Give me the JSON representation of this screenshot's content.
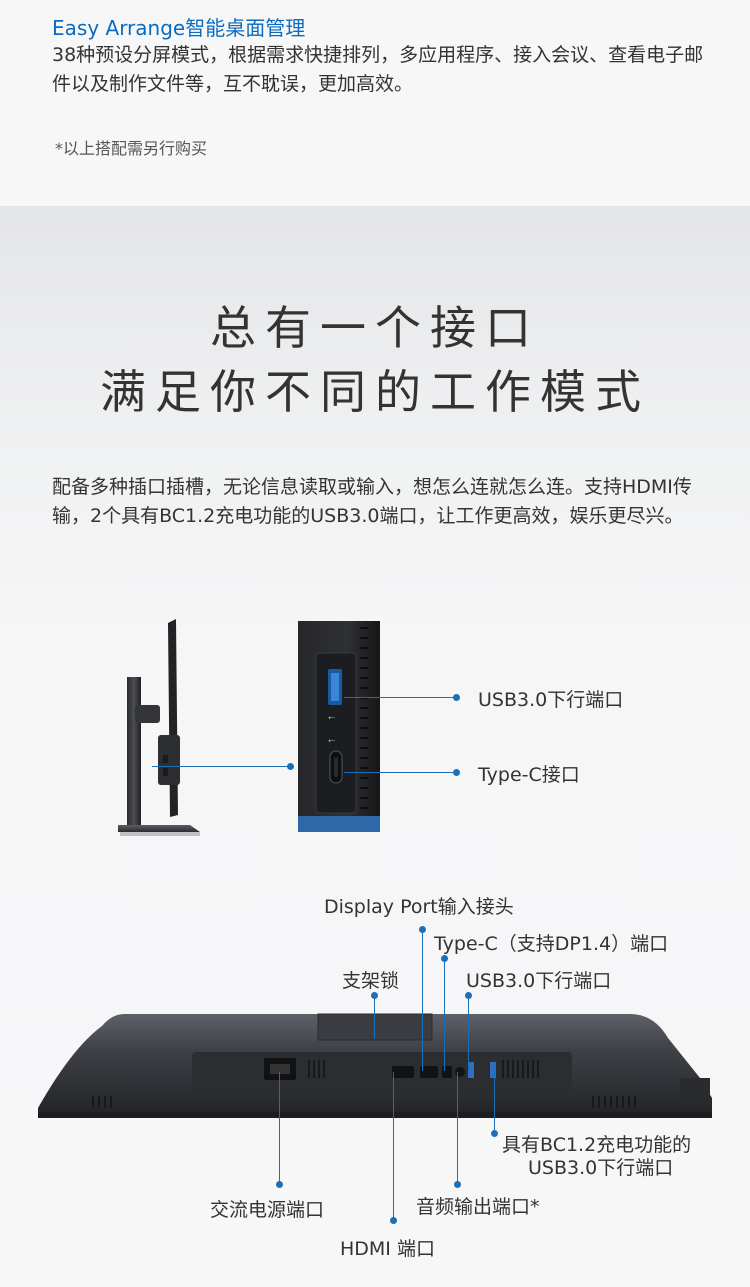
{
  "feature": {
    "title": "Easy Arrange智能桌面管理",
    "description": "38种预设分屏模式，根据需求快捷排列，多应用程序、接入会议、查看电子邮件以及制作文件等，互不耽误，更加高效。",
    "footnote": "*以上搭配需另行购买"
  },
  "headline": {
    "line1": "总有一个接口",
    "line2": "满足你不同的工作模式"
  },
  "intro": "配备多种插口插槽，无论信息读取或输入，想怎么连就怎么连。支持HDMI传输，2个具有BC1.2充电功能的USB3.0端口，让工作更高效，娱乐更尽兴。",
  "side_ports": {
    "usb_label": "USB3.0下行端口",
    "typec_label": "Type-C接口"
  },
  "rear_ports": {
    "displayport": "Display  Port输入接头",
    "typec_dp": "Type-C（支持DP1.4）端口",
    "stand_lock": "支架锁",
    "usb_down": "USB3.0下行端口",
    "bc12_line1": "具有BC1.2充电功能的",
    "bc12_line2": "USB3.0下行端口",
    "ac_power": "交流电源端口",
    "audio_out": "音频输出端口*",
    "hdmi": "HDMI 端口"
  },
  "colors": {
    "accent": "#0a6bc0",
    "callout_line": "#1a70b8",
    "text": "#333333"
  }
}
